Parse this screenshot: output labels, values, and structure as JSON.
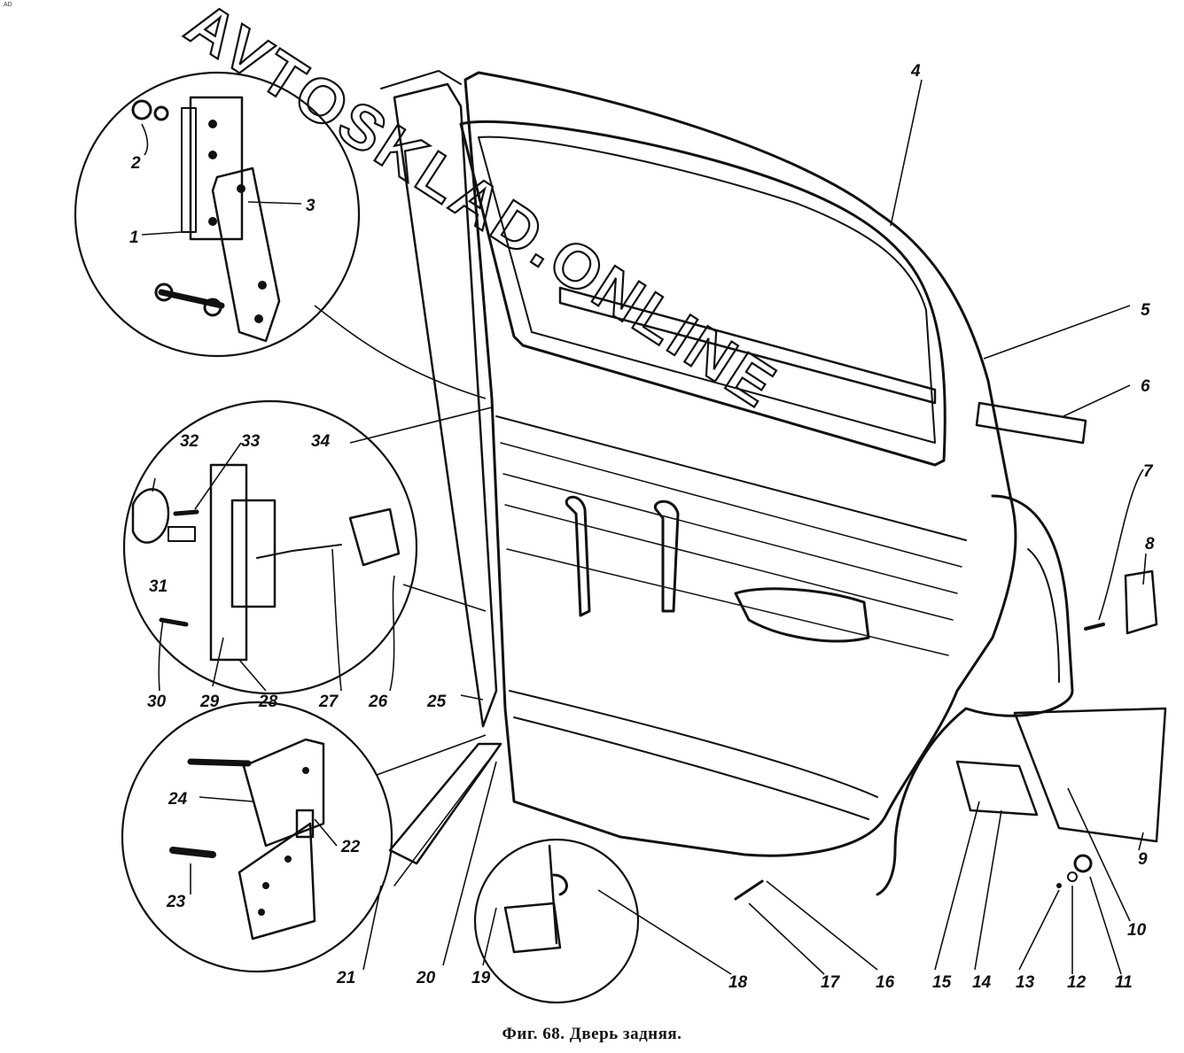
{
  "caption": "Фиг. 68. Дверь задняя.",
  "corner_mark": "AD",
  "watermark": "AVTOSKLAD.ONLINE",
  "callouts": [
    "1",
    "2",
    "3",
    "4",
    "5",
    "6",
    "7",
    "8",
    "9",
    "10",
    "11",
    "12",
    "13",
    "14",
    "15",
    "16",
    "17",
    "18",
    "19",
    "20",
    "21",
    "22",
    "23",
    "24",
    "25",
    "26",
    "27",
    "28",
    "29",
    "30",
    "31",
    "32",
    "33",
    "34"
  ]
}
